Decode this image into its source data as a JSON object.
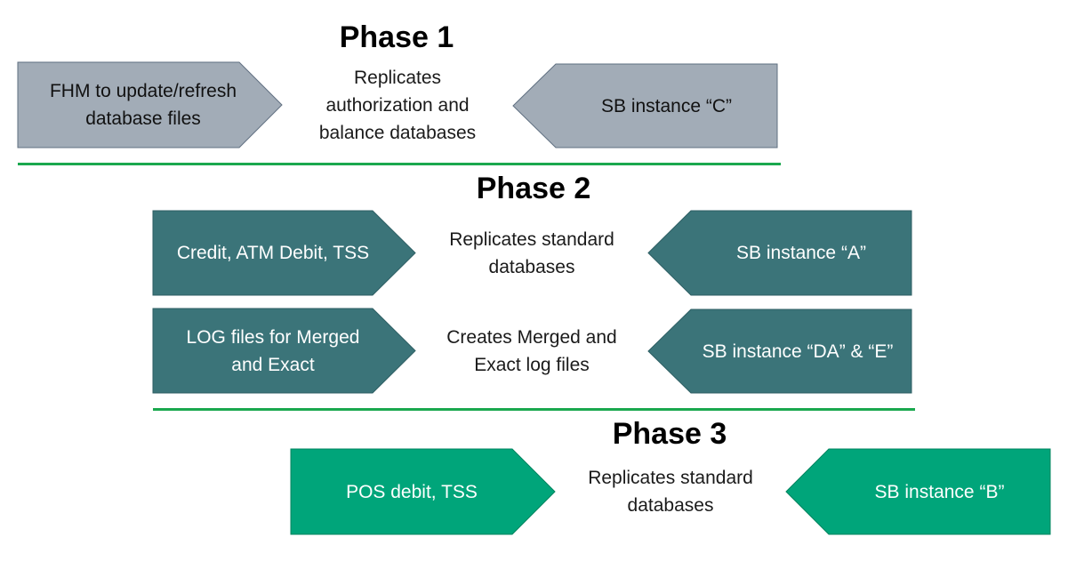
{
  "colors": {
    "phase1_fill": "#a2acb7",
    "phase1_stroke": "#5f6f80",
    "phase1_text": "#111111",
    "phase2_fill": "#3b7479",
    "phase2_stroke": "#2d5e63",
    "phase2_text": "#ffffff",
    "phase3_fill": "#00a57a",
    "phase3_stroke": "#00845f",
    "phase3_text": "#ffffff",
    "divider": "#1aa84e"
  },
  "phase1": {
    "title": "Phase 1",
    "source": "FHM to update/refresh\ndatabase files",
    "description": "Replicates\nauthorization and\nbalance databases",
    "target": "SB instance “C”"
  },
  "phase2": {
    "title": "Phase 2",
    "rows": [
      {
        "source": "Credit, ATM Debit, TSS",
        "description": "Replicates standard\ndatabases",
        "target": "SB instance “A”"
      },
      {
        "source": "LOG files for Merged\nand Exact",
        "description": "Creates Merged and\nExact log files",
        "target": "SB instance “DA” & “E”"
      }
    ]
  },
  "phase3": {
    "title": "Phase 3",
    "source": "POS debit, TSS",
    "description": "Replicates standard\ndatabases",
    "target": "SB instance “B”"
  }
}
